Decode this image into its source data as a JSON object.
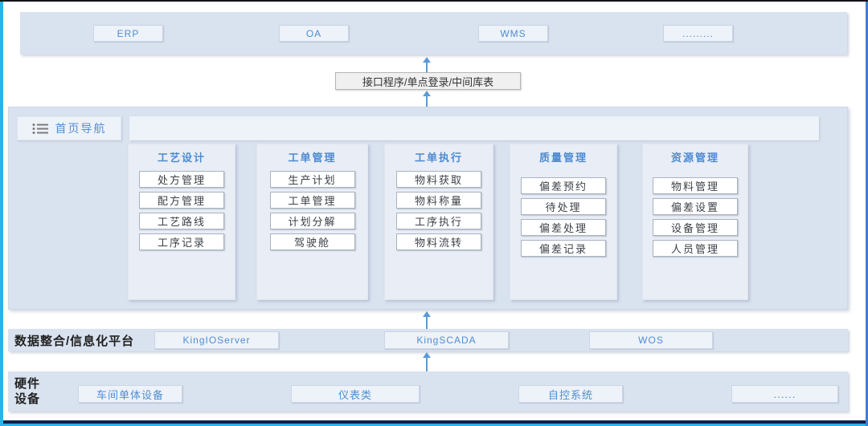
{
  "top_band": {
    "systems": [
      "ERP",
      "OA",
      "WMS",
      "........."
    ]
  },
  "interface_box": {
    "label": "接口程序/单点登录/中间库表"
  },
  "nav": {
    "label": "首页导航"
  },
  "modules": [
    {
      "title": "工艺设计",
      "items": [
        "处方管理",
        "配方管理",
        "工艺路线",
        "工序记录"
      ]
    },
    {
      "title": "工单管理",
      "items": [
        "生产计划",
        "工单管理",
        "计划分解",
        "驾驶舱"
      ]
    },
    {
      "title": "工单执行",
      "items": [
        "物料获取",
        "物料称量",
        "工序执行",
        "物料流转"
      ]
    },
    {
      "title": "质量管理",
      "items": [
        "偏差预约",
        "待处理",
        "偏差处理",
        "偏差记录"
      ]
    },
    {
      "title": "资源管理",
      "items": [
        "物料管理",
        "偏差设置",
        "设备管理",
        "人员管理"
      ]
    }
  ],
  "platform_band": {
    "label": "数据整合/信息化平台",
    "systems": [
      "KingIOServer",
      "KingSCADA",
      "WOS"
    ]
  },
  "hardware_band": {
    "label_line1": "硬件",
    "label_line2": "设备",
    "systems": [
      "车间单体设备",
      "仪表类",
      "自控系统",
      "......"
    ]
  },
  "colors": {
    "band_bg": "#d9e2ef",
    "panel_bg": "#e9edf5",
    "accent_blue": "#4e8ed2",
    "arrow_blue": "#5b9bd5",
    "frame_cyan": "#2fb0e8",
    "frame_navy": "#0f2148",
    "frame_right_blue": "#3f7ed6"
  }
}
